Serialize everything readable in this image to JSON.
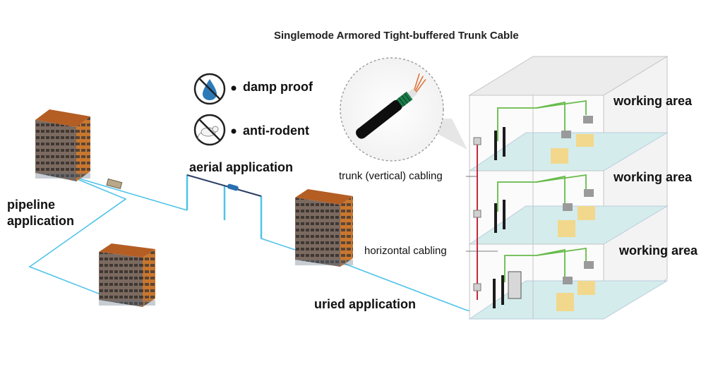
{
  "title": "Singlemode Armored Tight-buffered Trunk Cable",
  "features": [
    {
      "label": "damp proof",
      "icon": "water-drop-icon"
    },
    {
      "label": "anti-rodent",
      "icon": "rodent-icon"
    }
  ],
  "applications": {
    "pipeline_line1": "pipeline",
    "pipeline_line2": "application",
    "aerial": "aerial application",
    "buried": "uried application"
  },
  "cabling": {
    "trunk": "trunk (vertical) cabling",
    "horizontal": "horizontal cabling"
  },
  "working_areas": [
    "working area",
    "working area",
    "working area"
  ],
  "colors": {
    "fiber_blue": "#4fc3ea",
    "trunk_red": "#c8283c",
    "horizontal_green": "#66bb4a",
    "building_orange": "#c9772e"
  }
}
